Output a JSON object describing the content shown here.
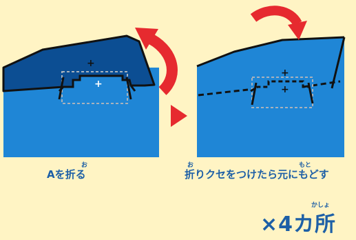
{
  "captions": {
    "left": "Aを折る",
    "right": "折りクセをつけたら元にもどす",
    "count": "×4カ所"
  },
  "furigana": {
    "left_ori": "お",
    "right_ori": "お",
    "right_moto": "もと",
    "kasho": "かしょ"
  },
  "markers": {
    "plus": "+"
  },
  "colors": {
    "background": "#fff4c4",
    "panel_blue": "#1f86d6",
    "flap_blue": "#0c4e93",
    "text_blue": "#1d5fa6",
    "arrow_red": "#e62a2f",
    "dashed_gray": "#a7b2bd"
  },
  "icons": {
    "curved_arrow": "red-curved-arrow-icon",
    "step_arrow": "red-triangle-arrow-icon"
  }
}
